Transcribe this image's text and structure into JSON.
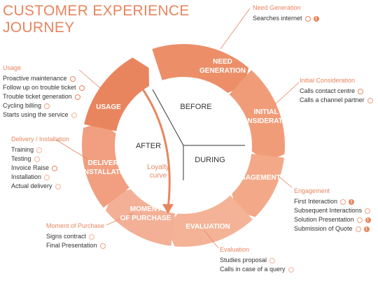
{
  "title": {
    "line1": "CUSTOMER EXPERIENCE",
    "line2": "JOURNEY"
  },
  "ring_stages": {
    "need_generation": [
      "NEED",
      "GENERATION"
    ],
    "initial_consideration": [
      "INITIAL",
      "CONSIDERATION"
    ],
    "engagement": [
      "ENGAGEMENT"
    ],
    "evaluation": [
      "EVALUATION"
    ],
    "moment_of_purchase": [
      "MOMENT",
      "OF PURCHASE"
    ],
    "delivery_installation": [
      "DELIVERY /",
      "INSTALLATION"
    ],
    "usage": [
      "USAGE"
    ]
  },
  "center": {
    "before": "BEFORE",
    "during": "DURING",
    "after": "AFTER",
    "loyalty_line1": "Loyalty",
    "loyalty_line2": "curve"
  },
  "groups": {
    "need_generation": {
      "header": "Need Generation",
      "items": [
        {
          "text": "Searches internet",
          "icons": [
            "happy",
            "alert"
          ]
        }
      ]
    },
    "initial_consideration": {
      "header": "Initial Consideration",
      "items": [
        {
          "text": "Calls contact centre",
          "icons": [
            "sad"
          ]
        },
        {
          "text": "Calls a channel partner",
          "icons": [
            "smile"
          ]
        }
      ]
    },
    "engagement": {
      "header": "Engagement",
      "items": [
        {
          "text": "First Interaction",
          "icons": [
            "smile",
            "alert"
          ]
        },
        {
          "text": "Subsequent Interactions",
          "icons": [
            "smile"
          ]
        },
        {
          "text": "Solution Presentation",
          "icons": [
            "smile",
            "alert"
          ]
        },
        {
          "text": "Submission of Quote",
          "icons": [
            "smile",
            "alert"
          ]
        }
      ]
    },
    "evaluation": {
      "header": "Evaluation",
      "items": [
        {
          "text": "Studies proposal",
          "icons": [
            "neutral"
          ]
        },
        {
          "text": "Calls in case of a query",
          "icons": [
            "neutral"
          ]
        }
      ]
    },
    "moment_of_purchase": {
      "header": "Moment of Purchase",
      "items": [
        {
          "text": "Signs contract",
          "icons": [
            "neutral"
          ]
        },
        {
          "text": "Final Presentation",
          "icons": [
            "smile"
          ]
        }
      ]
    },
    "delivery": {
      "header": "Delivery / Installation",
      "items": [
        {
          "text": "Training",
          "icons": [
            "neutral"
          ]
        },
        {
          "text": "Testing",
          "icons": [
            "neutral"
          ]
        },
        {
          "text": "Invoice Raise",
          "icons": [
            "sad"
          ]
        },
        {
          "text": "Installation",
          "icons": [
            "neutral"
          ]
        },
        {
          "text": "Actual delivery",
          "icons": [
            "neutral"
          ]
        }
      ]
    },
    "usage": {
      "header": "Usage",
      "items": [
        {
          "text": "Proactive maintenance",
          "icons": [
            "happy"
          ]
        },
        {
          "text": "Follow up on trouble ticket",
          "icons": [
            "happy"
          ]
        },
        {
          "text": "Trouble ticket generation",
          "icons": [
            "sad"
          ]
        },
        {
          "text": "Cycling billing",
          "icons": [
            "smile"
          ]
        },
        {
          "text": "Starts using the service",
          "icons": [
            "neutral"
          ]
        }
      ]
    }
  },
  "colors": {
    "accent": "#e8855f",
    "dark": "#e07650",
    "light": "#f8c9b3"
  }
}
